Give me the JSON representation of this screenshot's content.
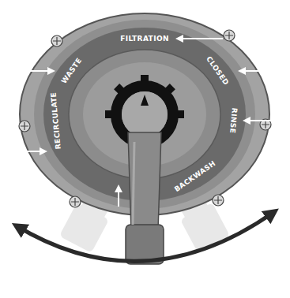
{
  "diagram": {
    "labels": [
      "FILTRATION",
      "CLOSED",
      "RINSE",
      "BACKWASH",
      "RECIRCULATE",
      "WASTE"
    ]
  }
}
